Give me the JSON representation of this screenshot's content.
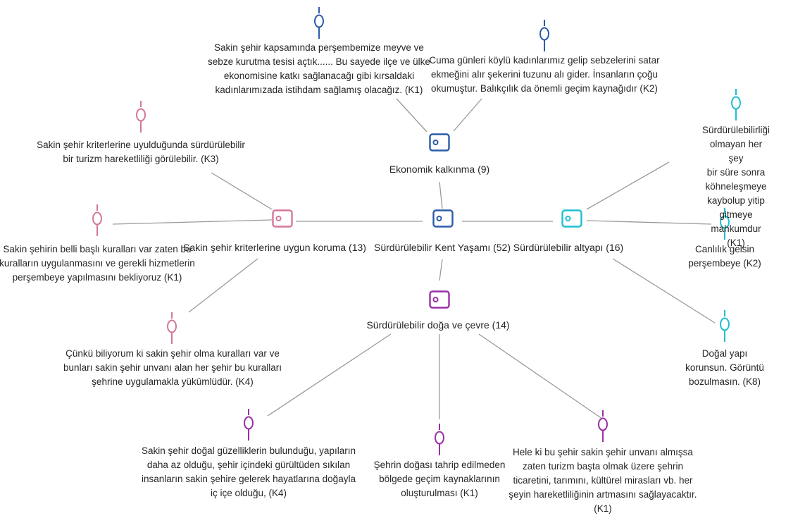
{
  "colors": {
    "blue": "#2b5ca8",
    "pink": "#d4779c",
    "cyan": "#1fbfcf",
    "purple": "#9b2fa6",
    "line": "#9a9a9a"
  },
  "center": {
    "label": "Sürdürülebilir Kent Yaşamı (52)",
    "icon": "tag-icon"
  },
  "themes": {
    "economy": {
      "label": "Ekonomik kalkınma (9)",
      "icon": "tag-icon",
      "quotes": [
        "Sakin şehir kapsamında perşembemize meyve ve\nsebze kurutma tesisi açtık...... Bu sayede ilçe ve ülke\nekonomisine katkı sağlanacağı gibi kırsaldaki\nkadınlarımızada istihdam sağlamış olacağız. (K1)",
        "Cuma günleri köylü kadınlarımız gelip sebzelerini satar\nekmeğini alır şekerini tuzunu alı gider. İnsanların çoğu\nokumuştur. Balıkçılık da önemli geçim kaynağıdır (K2)"
      ]
    },
    "protection": {
      "label": "Sakin şehir kriterlerine uygun koruma (13)",
      "icon": "tag-icon",
      "quotes": [
        "Sakin şehir kriterlerine uyulduğunda sürdürülebilir\nbir turizm hareketliliği görülebilir. (K3)",
        "Sakin şehirin belli başlı kuralları var zaten bu\nkuralların uygulanmasını ve gerekli hizmetlerin\nperşembeye yapılmasını bekliyoruz (K1)",
        "Çünkü biliyorum ki sakin şehir olma kuralları var ve\nbunları sakin şehir unvanı alan her şehir bu kuralları\nşehrine uygulamakla yükümlüdür. (K4)"
      ]
    },
    "infrastructure": {
      "label": "Sürdürülebilir altyapı (16)",
      "icon": "tag-icon",
      "quotes": [
        "Sürdürülebilirliği olmayan her şey\nbir süre sonra köhneleşmeye\nkaybolup yitip gitmeye\nmahkumdur (K1)",
        "Canlılık gelsin perşembeye (K2)",
        "Doğal yapı korunsun. Görüntü\nbozulmasın. (K8)"
      ]
    },
    "nature": {
      "label": "Sürdürülebilir doğa ve çevre  (14)",
      "icon": "tag-icon",
      "quotes": [
        "Sakin şehir doğal güzelliklerin bulunduğu, yapıların\ndaha az olduğu, şehir içindeki gürültüden sıkılan\ninsanların sakin şehire gelerek hayatlarına doğayla\niç içe olduğu, (K4)",
        "Şehrin doğası tahrip edilmeden\nbölgede geçim kaynaklarının\noluşturulması (K1)",
        "Hele ki bu şehir sakin şehir unvanı almışsa\nzaten turizm başta olmak üzere şehrin\nticaretini, tarımını, kültürel mirasları vb. her\nşeyin hareketliliğinin artmasını sağlayacaktır.\n(K1)"
      ]
    }
  }
}
